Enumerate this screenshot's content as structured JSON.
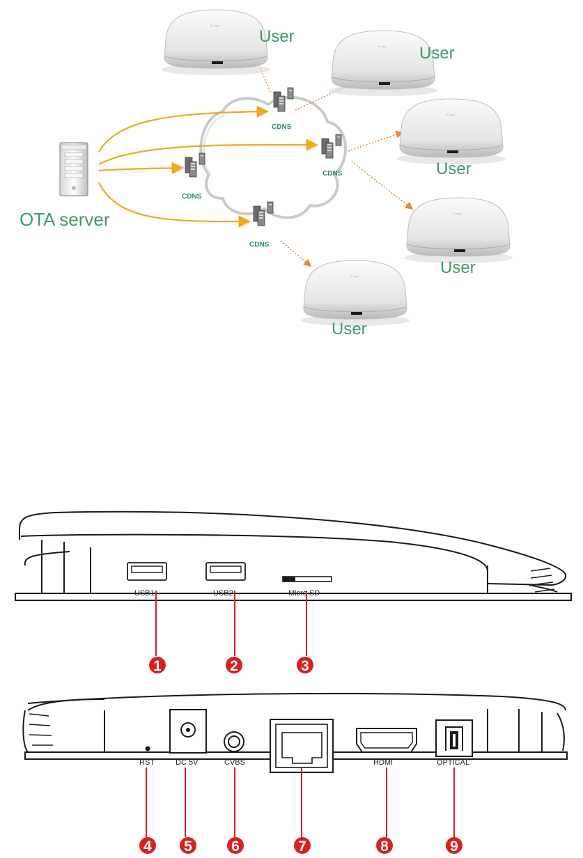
{
  "network": {
    "server_label": "OTA server",
    "cdn_label": "CDNS",
    "user_label": "User",
    "colors": {
      "green_text": "#3d9b6a",
      "arrow_orange": "#f2a81d",
      "dotted_orange": "#e8883a",
      "cloud": "#c9cbc9"
    }
  },
  "top_panel": {
    "ports": [
      {
        "number": "1",
        "label": "USB1"
      },
      {
        "number": "2",
        "label": "USB2"
      },
      {
        "number": "3",
        "label": "Micro SD"
      }
    ]
  },
  "back_panel": {
    "ports": [
      {
        "number": "4",
        "label": "RST"
      },
      {
        "number": "5",
        "label": "DC 5V"
      },
      {
        "number": "6",
        "label": "CVBS"
      },
      {
        "number": "7",
        "label": ""
      },
      {
        "number": "8",
        "label": "HDMI"
      },
      {
        "number": "9",
        "label": "OPTICAL"
      }
    ]
  },
  "badge_color": "#d9201f"
}
